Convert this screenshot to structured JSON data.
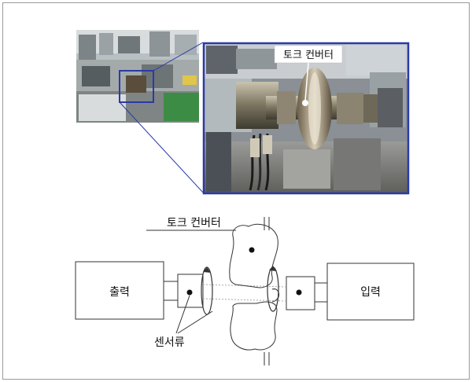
{
  "photo": {
    "callout_label": "토크 컨버터"
  },
  "diagram": {
    "torque_converter_label": "토크 컨버터",
    "output_label": "출력",
    "input_label": "입력",
    "sensors_label": "센서류"
  },
  "colors": {
    "highlight_border": "#2a3aa8",
    "line": "#333333",
    "frame_border": "#9a9a9a"
  }
}
